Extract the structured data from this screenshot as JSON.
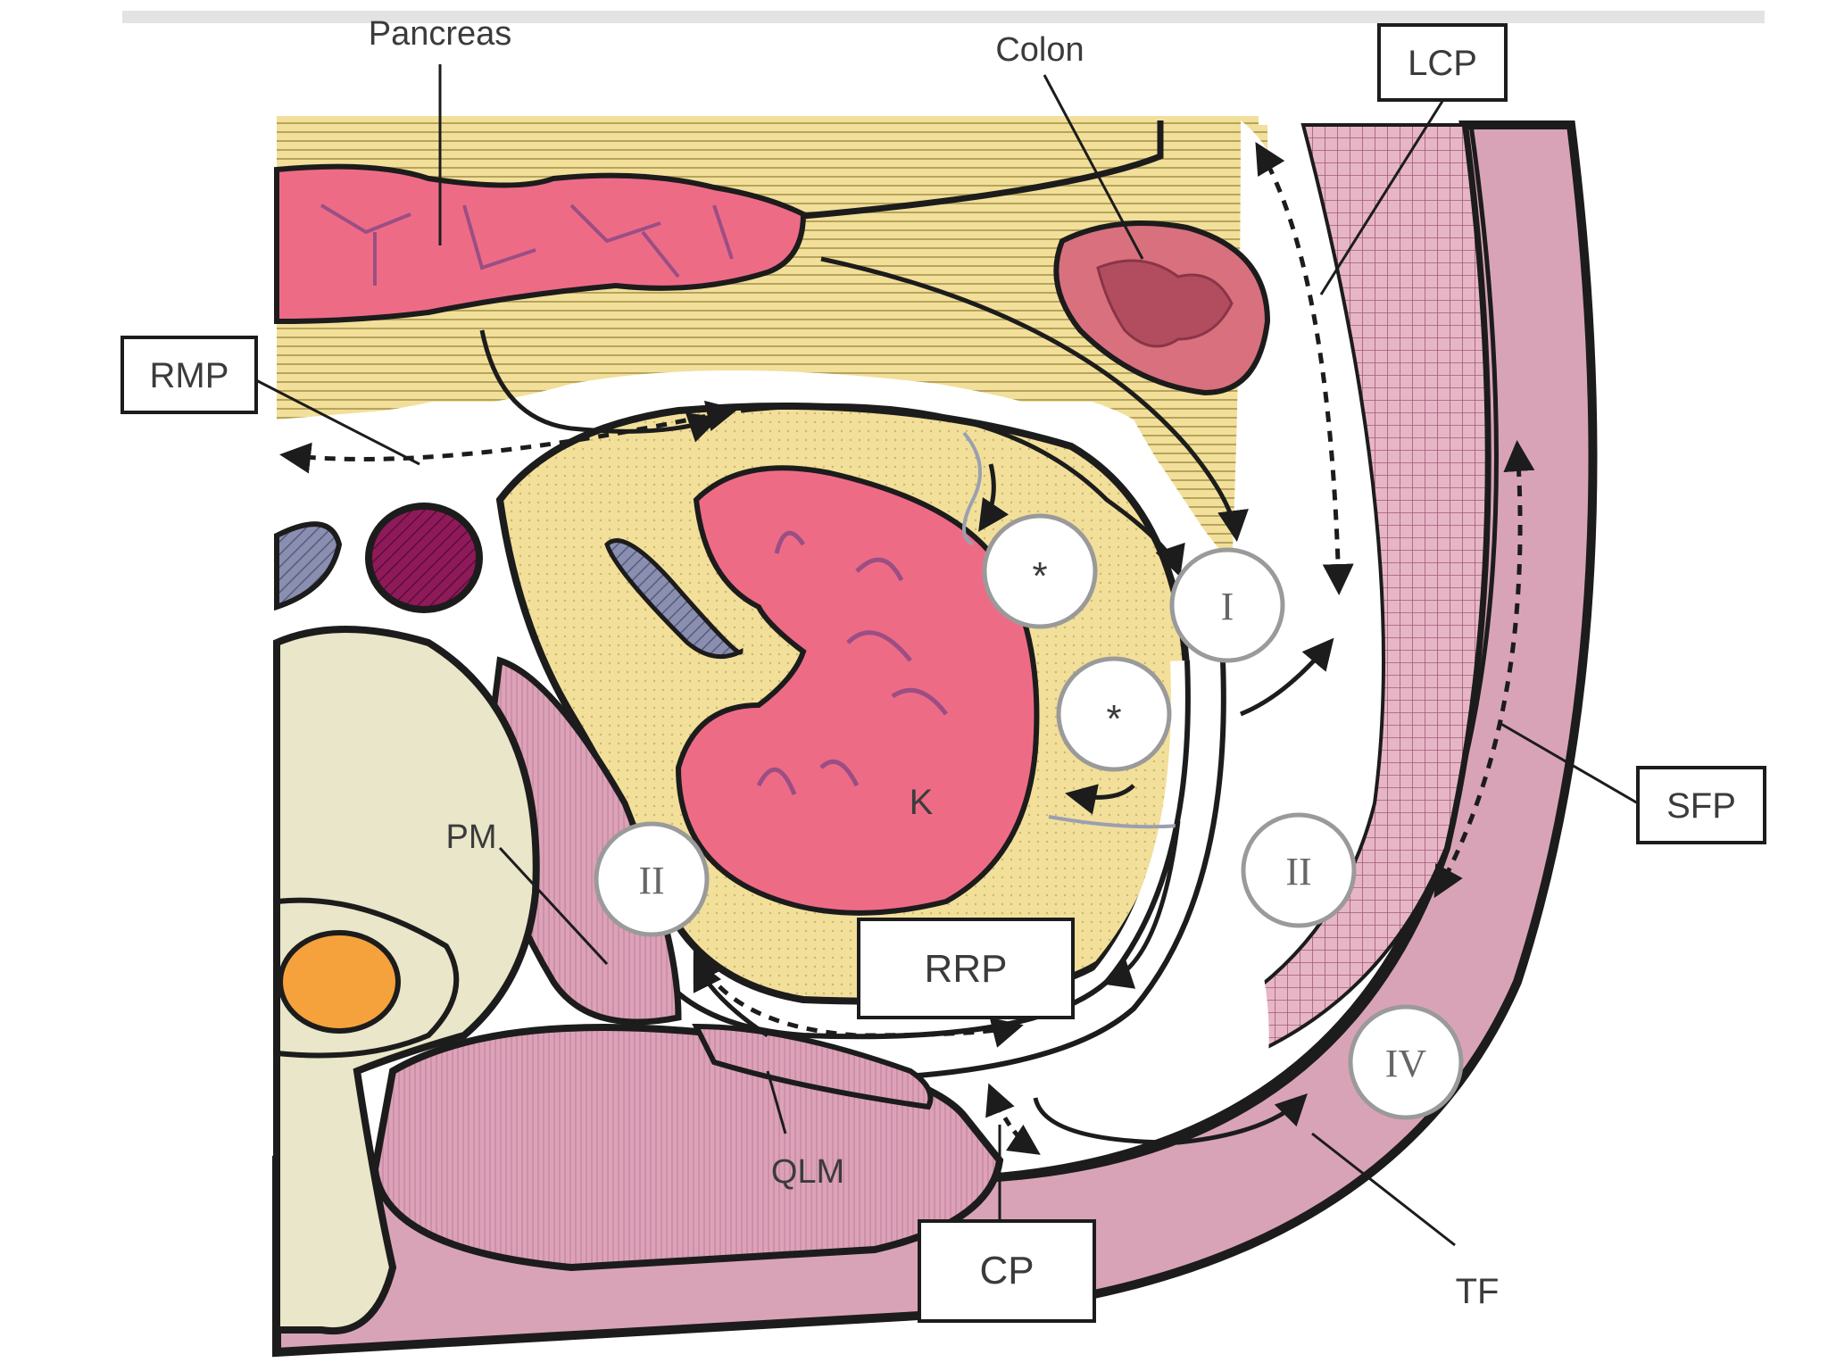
{
  "diagram": {
    "labels": {
      "pancreas": "Pancreas",
      "colon": "Colon",
      "lcp": "LCP",
      "rmp": "RMP",
      "sfp": "SFP",
      "rrp": "RRP",
      "pm": "PM",
      "k": "K",
      "qlm": "QLM",
      "cp": "CP",
      "tf": "TF"
    },
    "markers": {
      "i": "I",
      "ii_left": "II",
      "ii_right": "II",
      "iv": "IV",
      "star_top": "*",
      "star_bottom": "*"
    },
    "colors": {
      "fat_yellow": "#f2df9a",
      "kidney_pink": "#ee6b86",
      "muscle_pink": "#d9a3b7",
      "bone_beige": "#e9e6c9",
      "vessel_purple": "#8f1a5a",
      "vessel_gray": "#8a8fb0",
      "spinal_orange": "#f5a23c",
      "outline": "#1c1c1c"
    }
  }
}
